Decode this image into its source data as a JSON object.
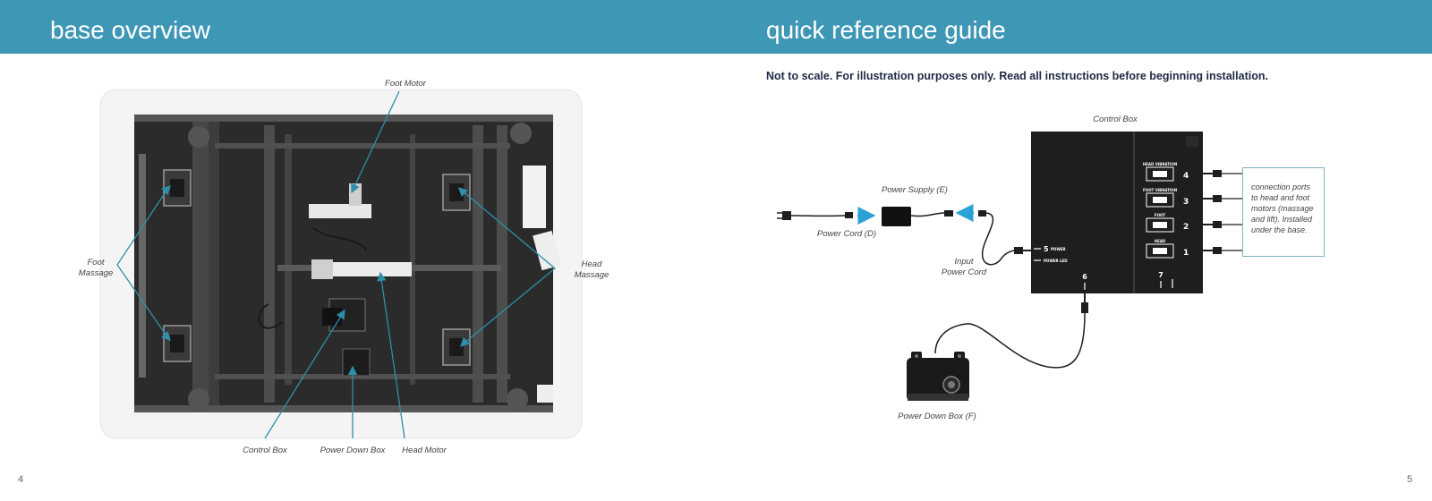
{
  "header": {
    "left_title": "base overview",
    "right_title": "quick reference guide"
  },
  "note": "Not to scale. For illustration purposes only.  Read all instructions before beginning installation.",
  "base_overview": {
    "labels": {
      "foot_motor": "Foot Motor",
      "foot_massage": "Foot\nMassage",
      "head_massage": "Head\nMassage",
      "control_box": "Control Box",
      "power_down_box": "Power Down Box",
      "head_motor": "Head Motor"
    }
  },
  "quick_reference": {
    "labels": {
      "control_box": "Control Box",
      "power_supply": "Power Supply (E)",
      "power_cord": "Power Cord (D)",
      "input_power_cord": "Input\nPower Cord",
      "power_down_box": "Power Down Box (F)"
    },
    "callout": "connection ports to head and foot motors (massage and lift). Installed under the base.",
    "ports": [
      {
        "name": "HEAD VIBRATION",
        "number": "4"
      },
      {
        "name": "FOOT VIBRATION",
        "number": "3"
      },
      {
        "name": "FOOT",
        "number": "2"
      },
      {
        "name": "HEAD",
        "number": "1"
      }
    ],
    "left_ports": [
      {
        "number": "5",
        "name": "POWER"
      },
      {
        "name": "POWER LED"
      }
    ],
    "bottom_ports": [
      "6",
      "7"
    ]
  },
  "page_numbers": {
    "left": "4",
    "right": "5"
  },
  "colors": {
    "header": "#3f97b6",
    "callout_line": "#2f8fa8",
    "arrow_blue": "#29a3d6"
  }
}
